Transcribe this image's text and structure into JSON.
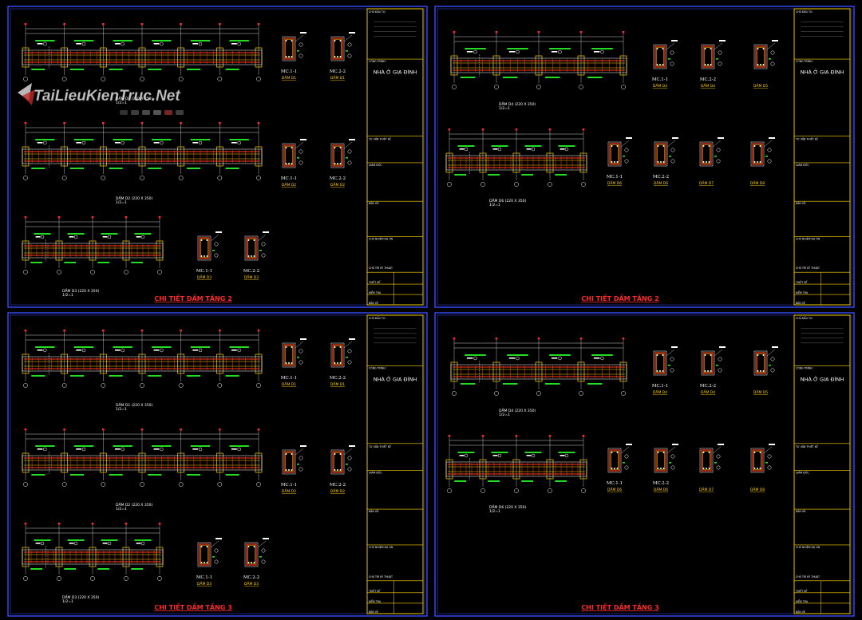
{
  "watermark": {
    "text": "TaiLieuKienTruc.Net"
  },
  "sheets": [
    {
      "title": "CHI TIẾT DẦM TẦNG 2",
      "beams": [
        {
          "caption": "DẦM D1 (220 X 350)",
          "scale": "1/2=1"
        },
        {
          "caption": "DẦM D2 (220 X 350)",
          "scale": "1/2=1"
        },
        {
          "caption": "DẦM D3 (220 X 350)",
          "scale": "1/2=1"
        }
      ],
      "sections": [
        {
          "mc": "MC.1-1",
          "beam": "DẦM D1"
        },
        {
          "mc": "MC.2-2",
          "beam": "DẦM D1"
        },
        {
          "mc": "MC.1-1",
          "beam": "DẦM D2"
        },
        {
          "mc": "MC.2-2",
          "beam": "DẦM D2"
        },
        {
          "mc": "MC.1-1",
          "beam": "DẦM D3"
        },
        {
          "mc": "MC.2-2",
          "beam": "DẦM D3"
        }
      ]
    },
    {
      "title": "CHI TIẾT DẦM TẦNG 2",
      "beams": [
        {
          "caption": "DẦM D4 (220 X 350)",
          "scale": "1/2=1"
        },
        {
          "caption": "DẦM D6 (220 X 350)",
          "scale": "1/2=1"
        }
      ],
      "sections": [
        {
          "mc": "MC.1-1",
          "beam": "DẦM D4"
        },
        {
          "mc": "MC.2-2",
          "beam": "DẦM D4"
        },
        {
          "mc": "",
          "beam": "DẦM D5"
        },
        {
          "mc": "MC.1-1",
          "beam": "DẦM D6"
        },
        {
          "mc": "MC.2-2",
          "beam": "DẦM D6"
        },
        {
          "mc": "",
          "beam": "DẦM D7"
        },
        {
          "mc": "",
          "beam": "DẦM D8"
        }
      ]
    },
    {
      "title": "CHI TIẾT DẦM TẦNG 3",
      "beams": [
        {
          "caption": "DẦM D1 (220 X 350)",
          "scale": "1/2=1"
        },
        {
          "caption": "DẦM D2 (220 X 350)",
          "scale": "1/2=1"
        },
        {
          "caption": "DẦM D3 (220 X 350)",
          "scale": "1/2=1"
        }
      ],
      "sections": [
        {
          "mc": "MC.1-1",
          "beam": "DẦM D1"
        },
        {
          "mc": "MC.2-2",
          "beam": "DẦM D1"
        },
        {
          "mc": "MC.1-1",
          "beam": "DẦM D2"
        },
        {
          "mc": "MC.2-2",
          "beam": "DẦM D2"
        },
        {
          "mc": "MC.1-1",
          "beam": "DẦM D3"
        },
        {
          "mc": "MC.2-2",
          "beam": "DẦM D3"
        }
      ]
    },
    {
      "title": "CHI TIẾT DẦM TẦNG 3",
      "beams": [
        {
          "caption": "DẦM D4 (220 X 350)",
          "scale": "1/2=1"
        },
        {
          "caption": "DẦM D6 (220 X 350)",
          "scale": "1/2=1"
        }
      ],
      "sections": [
        {
          "mc": "MC.1-1",
          "beam": "DẦM D4"
        },
        {
          "mc": "MC.2-2",
          "beam": "DẦM D4"
        },
        {
          "mc": "",
          "beam": "DẦM D5"
        },
        {
          "mc": "MC.1-1",
          "beam": "DẦM D6"
        },
        {
          "mc": "MC.2-2",
          "beam": "DẦM D6"
        },
        {
          "mc": "",
          "beam": "DẦM D7"
        },
        {
          "mc": "",
          "beam": "DẦM D8"
        }
      ]
    }
  ],
  "title_block": {
    "owner_label": "CHỦ ĐẦU TƯ:",
    "project_label": "CÔNG TRÌNH:",
    "project_name": "NHÀ Ở GIA ĐÌNH",
    "designer_label": "TƯ VẤN THIẾT KẾ",
    "director_label": "GIÁM ĐỐC",
    "drawing_label": "BẢN VẼ:",
    "lead_label": "CHỦ NHIỆM DỰ ÁN",
    "tech_label": "CHỦ TRÌ KỸ THUẬT",
    "design_label": "THIẾT KẾ",
    "check_label": "KIỂM TRA",
    "sheet_label": "BẢN VẼ"
  },
  "colors": {
    "frame": "#3a4cff",
    "titleblock": "#ffd400",
    "rebar_main": "#ff3c1e",
    "stirrup": "#ffd400",
    "dimension": "#ffffff",
    "highlight": "#22dd22",
    "tag": "#ff3030"
  }
}
